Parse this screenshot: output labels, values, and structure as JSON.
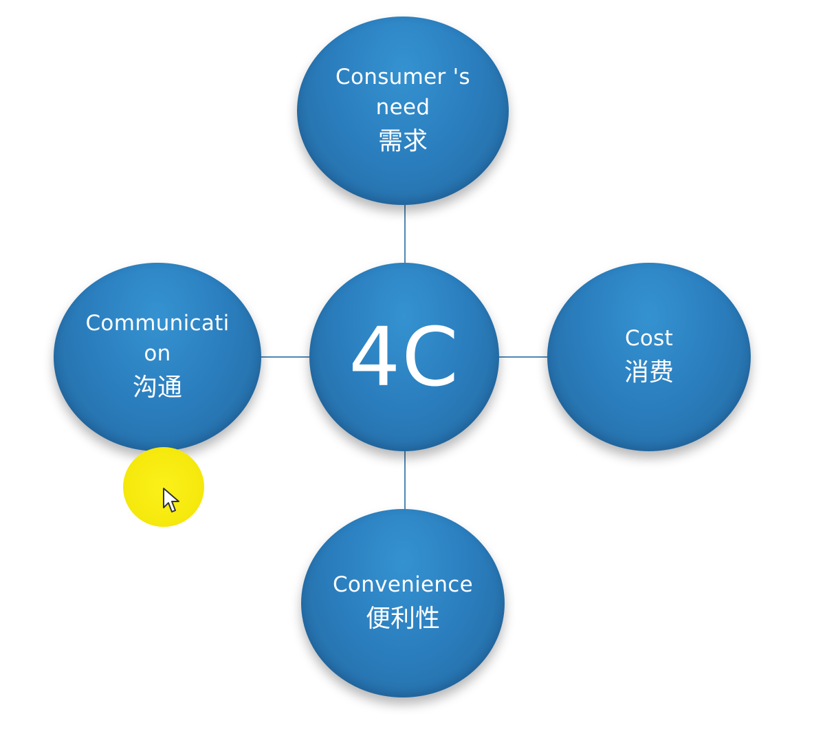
{
  "diagram": {
    "center": {
      "label": "4C"
    },
    "nodes": {
      "top": {
        "en": "Consumer 's need",
        "zh": "需求"
      },
      "left": {
        "en": "Communication",
        "zh": "沟通"
      },
      "right": {
        "en": "Cost",
        "zh": "消费"
      },
      "bottom": {
        "en": "Convenience",
        "zh": "便利性"
      }
    },
    "colors": {
      "node_fill": "#2b7fbf",
      "connector": "#4f86b3",
      "text": "#ffffff",
      "cursor_highlight": "#f5e80c"
    }
  },
  "cursor": {
    "icon": "pointer-arrow-icon"
  }
}
